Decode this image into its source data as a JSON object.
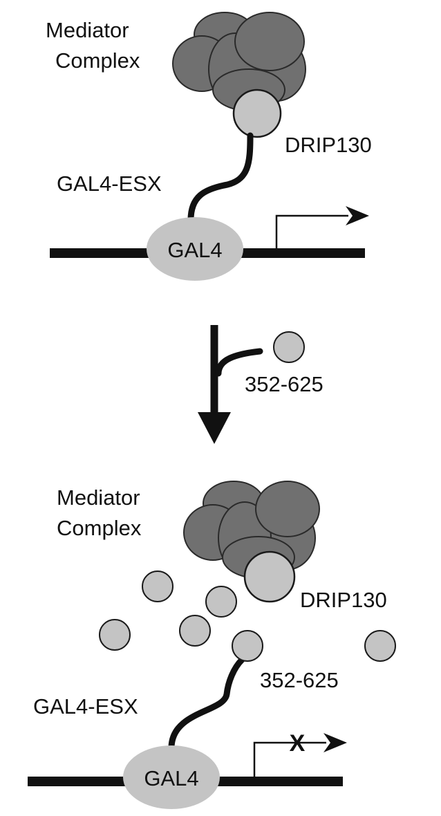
{
  "top_panel": {
    "complex_label_line1": "Mediator",
    "complex_label_line2": "Complex",
    "drip_label": "DRIP130",
    "fusion_label": "GAL4-ESX",
    "gal4_label": "GAL4"
  },
  "transition": {
    "peptide_label": "352-625"
  },
  "bottom_panel": {
    "complex_label_line1": "Mediator",
    "complex_label_line2": "Complex",
    "drip_label": "DRIP130",
    "peptide_label": "352-625",
    "fusion_label": "GAL4-ESX",
    "gal4_label": "GAL4",
    "block_mark": "X"
  },
  "colors": {
    "mediator_fill": "#707070",
    "subunit_fill": "#c4c4c4",
    "gal4_fill": "#c4c4c4",
    "line": "#111111"
  }
}
